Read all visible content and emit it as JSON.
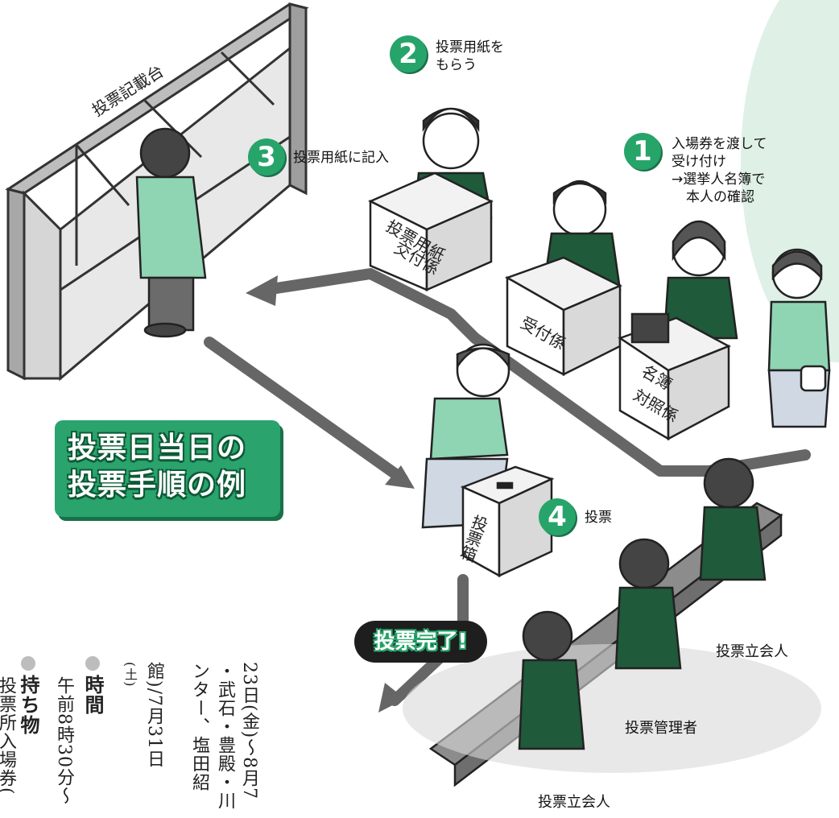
{
  "illustration": {
    "title_line1": "投票日当日の",
    "title_line2": "投票手順の例",
    "booth_label": "投票記載台",
    "steps": [
      {
        "number": "1",
        "text_lines": [
          "入場券を渡して",
          "受け付け",
          "→選挙人名簿で",
          "本人の確認"
        ]
      },
      {
        "number": "2",
        "text_lines": [
          "投票用紙を",
          "もらう"
        ]
      },
      {
        "number": "3",
        "text": "投票用紙に記入"
      },
      {
        "number": "4",
        "text": "投票"
      }
    ],
    "desks": {
      "ballot_issue_line1": "投票用紙",
      "ballot_issue_line2": "交付係",
      "reception": "受付係",
      "roster_line1": "名簿",
      "roster_line2": "対照係",
      "ballot_box": "投票箱"
    },
    "people": {
      "witness_upper": "投票立会人",
      "manager": "投票管理者",
      "witness_lower": "投票立会人"
    },
    "complete_label": "投票完了!"
  },
  "vertical_text": {
    "col1": "23日(金)〜8月7",
    "col2": "・武石・豊殿・川",
    "col3": "ンター、塩田紹",
    "col4": "館)/7月31日",
    "col5": "(土)",
    "time_heading": "時間",
    "time_text": "午前8時30分〜",
    "items_heading": "持ち物",
    "items_text": "投票所入場券("
  },
  "colors": {
    "accent_green": "#27a46a",
    "dark_green": "#1f5a3a",
    "pale_green": "#dff0e6",
    "path_gray": "#666666"
  }
}
